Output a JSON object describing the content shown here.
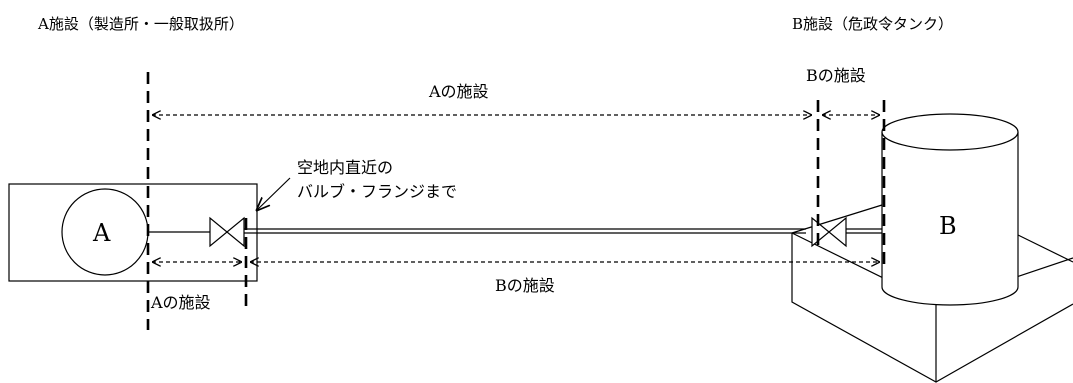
{
  "headings": {
    "facility_a": "A施設（製造所・一般取扱所）",
    "facility_b": "B施設（危政令タンク）"
  },
  "labels": {
    "top_a_range": "Aの施設",
    "top_b_range": "Bの施設",
    "note_line1": "空地内直近の",
    "note_line2": "バルブ・フランジまで",
    "bottom_b_range": "Bの施設",
    "bottom_a_range": "Aの施設",
    "circle_a": "A",
    "tank_b": "B"
  },
  "icons": {
    "valve_a": "gate-valve-icon",
    "valve_b": "gate-valve-icon",
    "tank": "cylindrical-tank-icon"
  },
  "colors": {
    "line": "#000000",
    "background": "#ffffff"
  }
}
